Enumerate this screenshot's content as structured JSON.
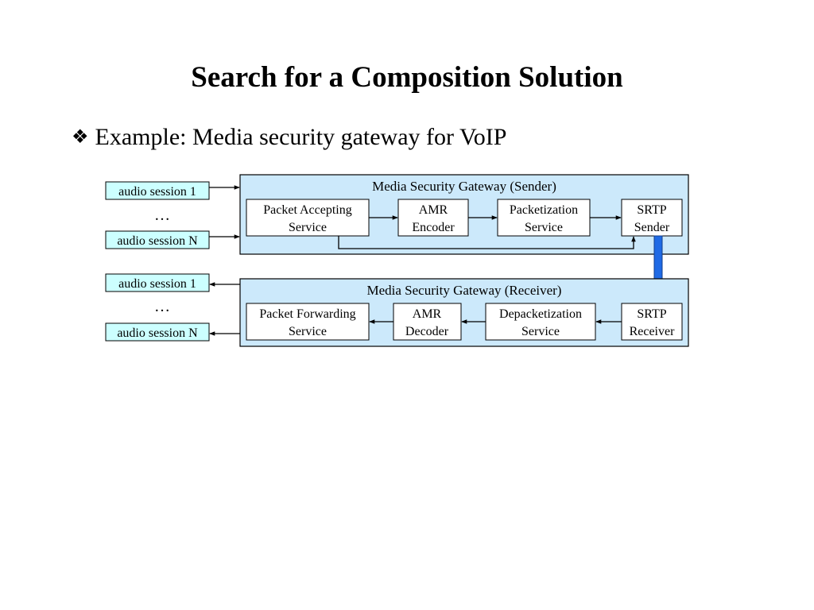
{
  "slide": {
    "title": "Search for a Composition Solution",
    "bullet_icon": "diamond-four-icon",
    "bullet_text": "Example: Media security gateway for VoIP"
  },
  "colors": {
    "gateway_fill": "#cce9fb",
    "session_fill": "#ccffff",
    "box_fill": "#ffffff",
    "thick_arrow": "#1f6ae5"
  },
  "sender": {
    "title": "Media Security Gateway (Sender)",
    "sessions": {
      "first": "audio session 1",
      "dots": "…",
      "last": "audio session N"
    },
    "blocks": [
      {
        "line1": "Packet Accepting",
        "line2": "Service"
      },
      {
        "line1": "AMR",
        "line2": "Encoder"
      },
      {
        "line1": "Packetization",
        "line2": "Service"
      },
      {
        "line1": "SRTP",
        "line2": "Sender"
      }
    ]
  },
  "receiver": {
    "title": "Media Security Gateway (Receiver)",
    "sessions": {
      "first": "audio session 1",
      "dots": "…",
      "last": "audio session N"
    },
    "blocks": [
      {
        "line1": "Packet Forwarding",
        "line2": "Service"
      },
      {
        "line1": "AMR",
        "line2": "Decoder"
      },
      {
        "line1": "Depacketization",
        "line2": "Service"
      },
      {
        "line1": "SRTP",
        "line2": "Receiver"
      }
    ]
  }
}
